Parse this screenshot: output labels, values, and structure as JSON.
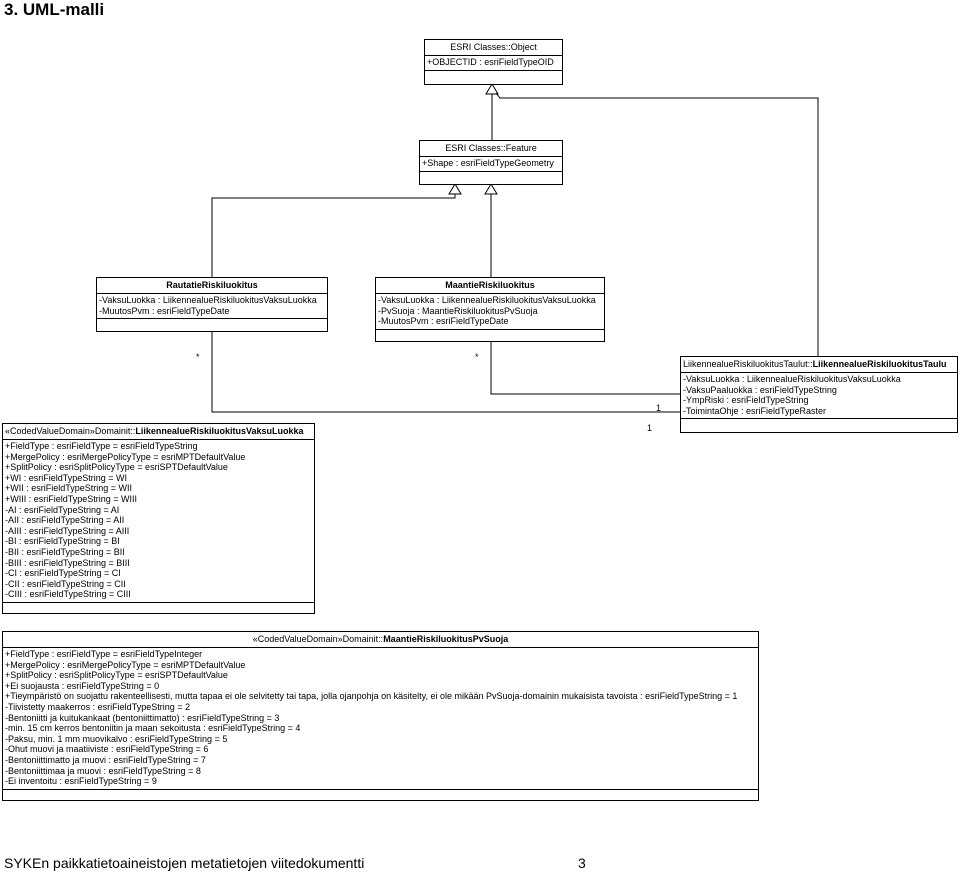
{
  "heading": "3.  UML-malli",
  "footer": "SYKEn paikkatietoaineistojen metatietojen viitedokumentti",
  "page_number": "3",
  "classes": {
    "object": {
      "name": "ESRI Classes::Object",
      "attrs": [
        "+OBJECTID : esriFieldTypeOID"
      ]
    },
    "feature": {
      "name": "ESRI Classes::Feature",
      "attrs": [
        "+Shape : esriFieldTypeGeometry"
      ]
    },
    "rautatie": {
      "name": "RautatieRiskiluokitus",
      "attrs": [
        "-VaksuLuokka : LiikennealueRiskiluokitusVaksuLuokka",
        "-MuutosPvm : esriFieldTypeDate"
      ]
    },
    "maantie": {
      "name": "MaantieRiskiluokitus",
      "attrs": [
        "-VaksuLuokka : LiikennealueRiskiluokitusVaksuLuokka",
        "-PvSuoja : MaantieRiskiluokitusPvSuoja",
        "-MuutosPvm : esriFieldTypeDate"
      ]
    },
    "taulu": {
      "name_prefix": "LiikennealueRiskiluokitusTaulut::",
      "name_bold": "LiikennealueRiskiluokitusTaulu",
      "attrs": [
        "-VaksuLuokka : LiikennealueRiskiluokitusVaksuLuokka",
        "-VaksuPaaluokka : esriFieldTypeString",
        "-YmpRiski : esriFieldTypeString",
        "-ToimintaOhje : esriFieldTypeRaster"
      ]
    },
    "vaksu": {
      "name_prefix": "«CodedValueDomain»Domainit::",
      "name_bold": "LiikennealueRiskiluokitusVaksuLuokka",
      "attrs": [
        "+FieldType : esriFieldType = esriFieldTypeString",
        "+MergePolicy : esriMergePolicyType = esriMPTDefaultValue",
        "+SplitPolicy : esriSplitPolicyType = esriSPTDefaultValue",
        "+WI : esriFieldTypeString = WI",
        "+WII : esriFieldTypeString = WII",
        "+WIII : esriFieldTypeString = WIII",
        "-AI : esriFieldTypeString = AI",
        "-AII : esriFieldTypeString = AII",
        "-AIII : esriFieldTypeString = AIII",
        "-BI : esriFieldTypeString = BI",
        "-BII : esriFieldTypeString = BII",
        "-BIII : esriFieldTypeString = BIII",
        "-CI : esriFieldTypeString = CI",
        "-CII : esriFieldTypeString = CII",
        "-CIII : esriFieldTypeString = CIII"
      ]
    },
    "pvsuoja": {
      "name_prefix": "«CodedValueDomain»Domainit::",
      "name_bold": "MaantieRiskiluokitusPvSuoja",
      "attrs": [
        "+FieldType : esriFieldType = esriFieldTypeInteger",
        "+MergePolicy : esriMergePolicyType = esriMPTDefaultValue",
        "+SplitPolicy : esriSplitPolicyType = esriSPTDefaultValue",
        "+Ei suojausta : esriFieldTypeString = 0",
        "+Tieympäristö on suojattu rakenteellisesti, mutta tapaa ei ole selvitetty tai tapa, jolla ojanpohja on käsitelty, ei ole mikään PvSuoja-domainin mukaisista tavoista : esriFieldTypeString = 1",
        "-Tiivistetty maakerros : esriFieldTypeString = 2",
        "-Bentoniitti ja kuitukankaat (bentoniittimatto) : esriFieldTypeString = 3",
        "-min. 15 cm kerros bentoniitin ja maan sekoitusta : esriFieldTypeString = 4",
        "-Paksu, min. 1 mm muovikalvo : esriFieldTypeString = 5",
        "-Ohut muovi ja maatiiviste : esriFieldTypeString = 6",
        "-Bentoniittimatto ja muovi : esriFieldTypeString = 7",
        "-Bentoniittimaa ja muovi : esriFieldTypeString = 8",
        "-Ei inventoitu : esriFieldTypeString = 9"
      ]
    }
  },
  "multiplicities": {
    "rautatie_end": "*",
    "maantie_end": "*",
    "taulu_end_1": "1",
    "taulu_end_2": "1"
  }
}
